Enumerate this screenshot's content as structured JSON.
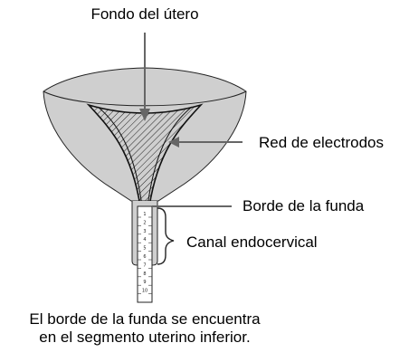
{
  "labels": {
    "fundus": "Fondo del útero",
    "electrode_net": "Red de electrodos",
    "sheath_edge": "Borde de la funda",
    "endocervical_canal": "Canal endocervical"
  },
  "caption": {
    "line1": "El borde de la funda se encuentra",
    "line2": "en el segmento uterino inferior."
  },
  "scale_ticks": [
    "1",
    "2",
    "3",
    "4",
    "5",
    "6",
    "7",
    "8",
    "9",
    "10"
  ],
  "colors": {
    "uterus_fill": "#cfcfcf",
    "outline": "#222222",
    "text": "#000000",
    "sheath_fill": "#ffffff"
  }
}
